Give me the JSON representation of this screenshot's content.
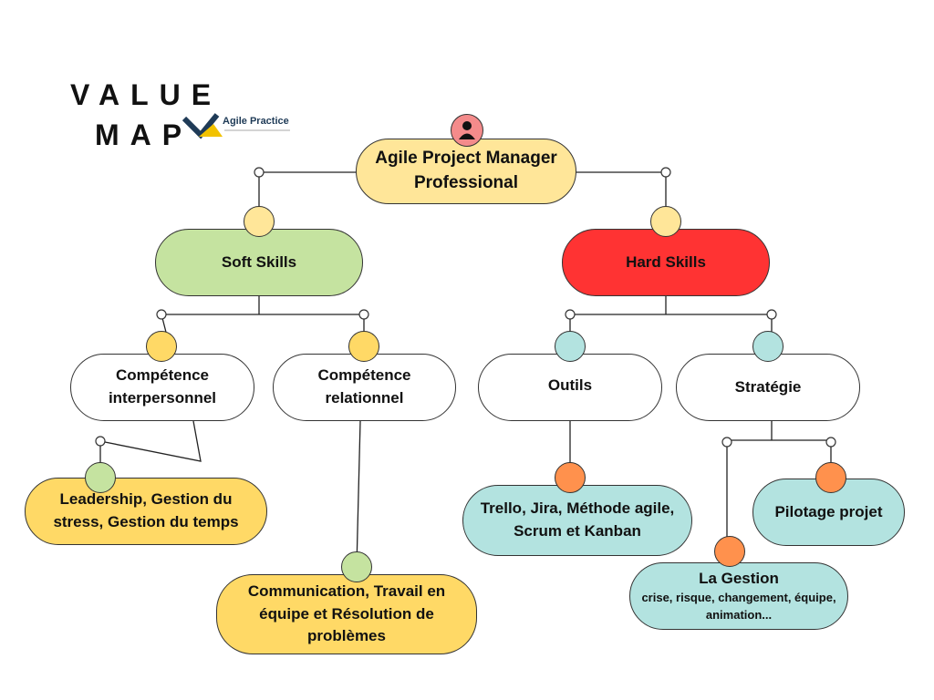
{
  "header": {
    "title_line1": "VALUE",
    "title_line2": "MAP",
    "logo_text": "Agile Practice"
  },
  "colors": {
    "top": "#ffe699",
    "soft": "#c5e3a0",
    "hard": "#ff3333",
    "yellow": "#ffd966",
    "teal": "#b3e3e0",
    "orange": "#ff914d",
    "pink": "#f48b8b"
  },
  "nodes": {
    "root": "Agile Project Manager Professional",
    "soft": "Soft Skills",
    "hard": "Hard Skills",
    "interpersonnel": "Compétence interpersonnel",
    "relationnel": "Compétence relationnel",
    "outils": "Outils",
    "strategie": "Stratégie",
    "leadership": "Leadership, Gestion du stress, Gestion du temps",
    "communication": "Communication, Travail en équipe et Résolution de problèmes",
    "trello": "Trello, Jira, Méthode agile, Scrum et Kanban",
    "pilotage": "Pilotage projet",
    "gestion_title": "La Gestion",
    "gestion_detail": "crise, risque, changement, équipe, animation..."
  },
  "icons": {
    "root": "person-icon"
  }
}
